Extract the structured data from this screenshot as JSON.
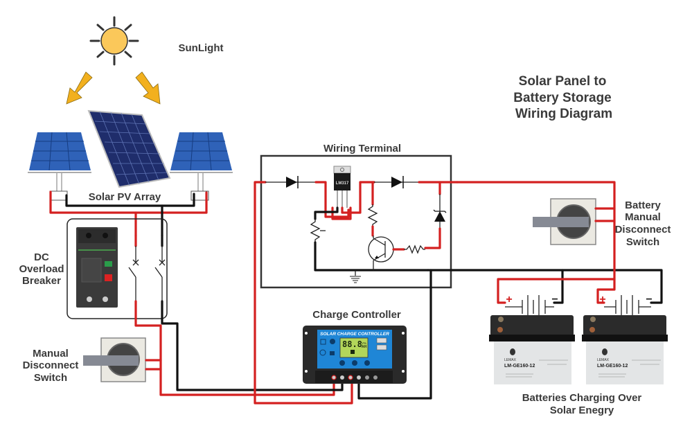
{
  "title": {
    "line1": "Solar Panel to",
    "line2": "Battery Storage",
    "line3": "Wiring Diagram"
  },
  "labels": {
    "sunlight": "SunLight",
    "solar_pv_array": "Solar PV Array",
    "wiring_terminal": "Wiring Terminal",
    "dc_breaker": [
      "DC",
      "Overload",
      "Breaker"
    ],
    "manual_disconnect": [
      "Manual",
      "Disconnect",
      "Switch"
    ],
    "battery_disconnect": [
      "Battery",
      "Manual",
      "Disconnect",
      "Switch"
    ],
    "charge_controller": "Charge Controller",
    "batteries": [
      "Batteries Charging Over",
      "Solar Enegry"
    ]
  },
  "components": {
    "regulator_chip": "LM317",
    "charge_controller_panel": "SOLAR CHARGE CONTROLLER",
    "lcd_readout": "88.8",
    "lcd_units": [
      "V%",
      "AH"
    ],
    "battery_brand": "LEMAX",
    "battery_model": "LM-GE160-12",
    "battery_symbol_plus": "+",
    "battery_symbol_minus": "−"
  },
  "colors": {
    "positive_wire": "#d42020",
    "negative_wire": "#111111",
    "sun": "#fbc85a",
    "arrow": "#f2b01e",
    "panel_blue": "#2f62b8",
    "controller_blue": "#1f86d6",
    "label_text": "#3a3a3a"
  }
}
